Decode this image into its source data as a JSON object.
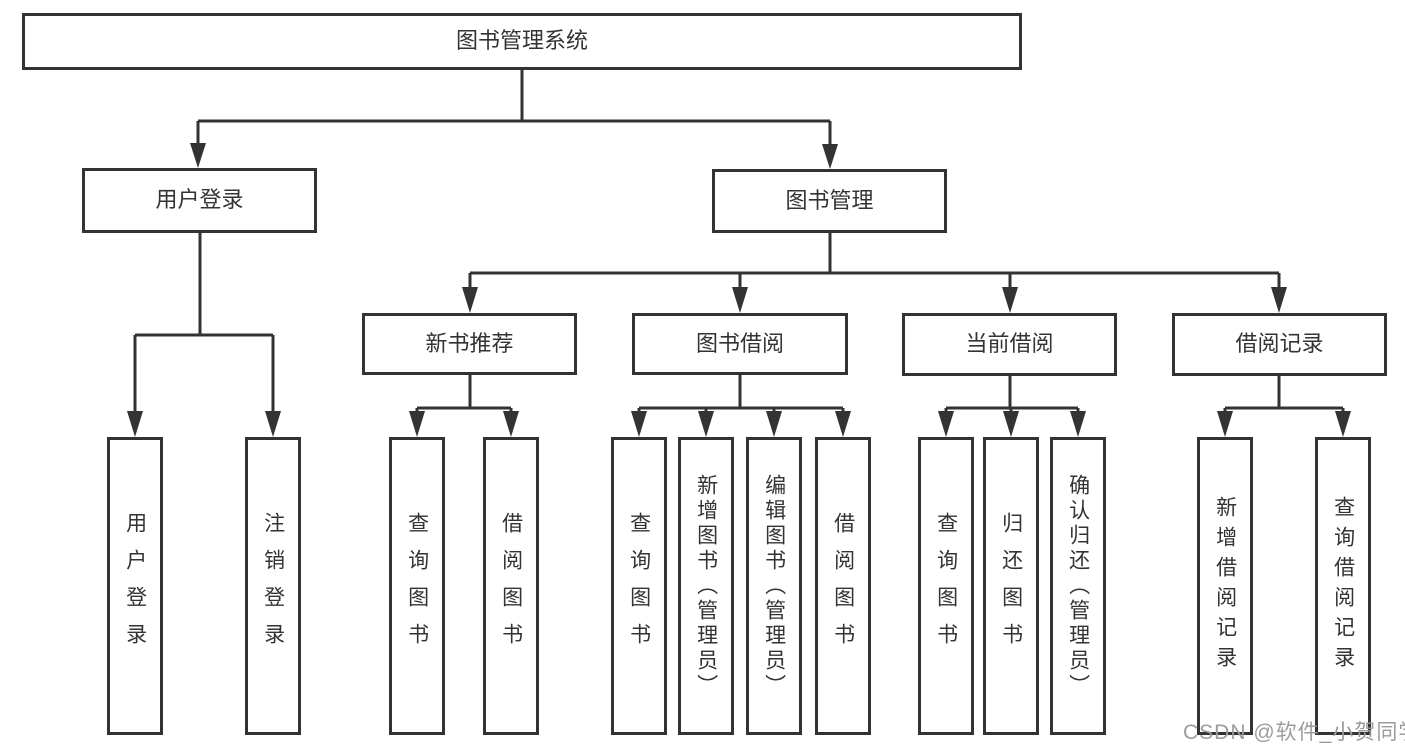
{
  "nodes": {
    "root": {
      "label": "图书管理系统"
    },
    "user_login": {
      "label": "用户登录"
    },
    "book_mgmt": {
      "label": "图书管理"
    },
    "new_book_rec": {
      "label": "新书推荐"
    },
    "book_borrow": {
      "label": "图书借阅"
    },
    "current_borrow": {
      "label": "当前借阅"
    },
    "borrow_record": {
      "label": "借阅记录"
    },
    "leaf_user_login": {
      "label": "用户登录"
    },
    "leaf_logout_login": {
      "label": "注销登录"
    },
    "leaf_query_book_rec": {
      "label": "查询图书"
    },
    "leaf_borrow_book_rec": {
      "label": "借阅图书"
    },
    "leaf_query_book_borrow": {
      "label": "查询图书"
    },
    "leaf_add_book_admin": {
      "label": "新增图书（管理员）"
    },
    "leaf_edit_book_admin": {
      "label": "编辑图书（管理员）"
    },
    "leaf_borrow_book_borrow": {
      "label": "借阅图书"
    },
    "leaf_query_book_current": {
      "label": "查询图书"
    },
    "leaf_return_book": {
      "label": "归还图书"
    },
    "leaf_confirm_return_admin": {
      "label": "确认归还（管理员）"
    },
    "leaf_add_borrow_record": {
      "label": "新增借阅记录"
    },
    "leaf_query_borrow_record": {
      "label": "查询借阅记录"
    }
  },
  "watermark": {
    "text": "CSDN @软件_小贺同学"
  },
  "colors": {
    "line": "#333333",
    "box_border": "#333333",
    "text": "#333333",
    "watermark": "#9c9c9c",
    "background": "#ffffff"
  }
}
